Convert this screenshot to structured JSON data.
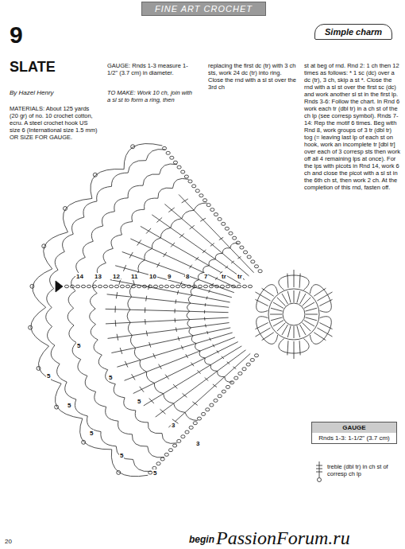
{
  "diagram": {
    "title": "SLATE",
    "nodes": [
      {
        "text": [
          "FINE ART CROCHET"
        ]
      },
      {
        "text": [
          "Simple charm"
        ]
      },
      {
        "text": [
          "GAUGE",
          "Rnds 1-3: 1-1/2\" (3.7 cm)"
        ]
      }
    ],
    "labels": [
      "9",
      "By Hazel Henry",
      "MATERIALS: About 125 yards (20 gr) of no. 10 crochet cotton, ecru. A steel crochet hook US size 6 (International size 1.5 mm) OR SIZE FOR GAUGE.",
      "GAUGE: Rnds 1-3 measure 1-1/2\" (3.7 cm) in diameter.",
      "TO MAKE: Work 10 ch, join with a sl st to form a ring, then",
      "replacing the first dc (tr) with 3 ch sts, work 24 dc (tr) into ring. Close the rnd with a sl st over the 3rd ch",
      "st at beg of rnd. Rnd 2: 1 ch then 12 times as follows: * 1 sc (dc) over a dc (tr), 3 ch, skip a st *. Close the rnd with a sl st over the first sc (dc) and work another sl st in the first lp. Rnds 3-6: Follow the chart. In Rnd 6 work each tr (dbl tr) in a ch st of the ch lp (see corresp symbol). Rnds 7-14: Rep the motif 6 times. Beg with Rnd 8, work groups of 3 tr (dbl tr) tog (= leaving last lp of each st on hook, work an incomplete tr [dbl tr] over each of 3 corresp sts then work off all 4 remaining lps at once). For the lps with picots in Rnd 14, work 6 ch and close the picot with a sl st in the 6th ch st, then work 2 ch. At the completion of this rnd, fasten off.",
      "20",
      "begin",
      "PassionForum.ru",
      "14",
      "13",
      "12",
      "11",
      "10",
      "9",
      "8",
      "7",
      "tr",
      "tr",
      "5",
      "5",
      "5",
      "5",
      "5",
      "5",
      "5",
      "5",
      "3",
      "3"
    ],
    "legend": [
      {
        "text": "treble (dbl tr) in ch st of corresp ch lp"
      }
    ]
  }
}
